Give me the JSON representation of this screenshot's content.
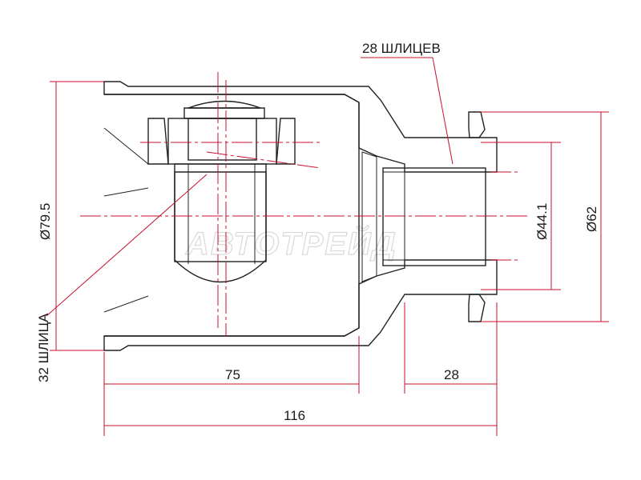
{
  "dimensions": {
    "outer_diameter": "Ø79.5",
    "bore_diameter": "Ø44.1",
    "flange_diameter": "Ø62",
    "length_body": "75",
    "length_neck": "28",
    "length_total": "116"
  },
  "splines": {
    "outer": "28 ШЛИЦЕВ",
    "inner": "32 ШЛИЦА"
  },
  "watermark": "АВТОТРЕЙД",
  "colors": {
    "dimension_line": "#c8102e",
    "outline": "#222222"
  }
}
